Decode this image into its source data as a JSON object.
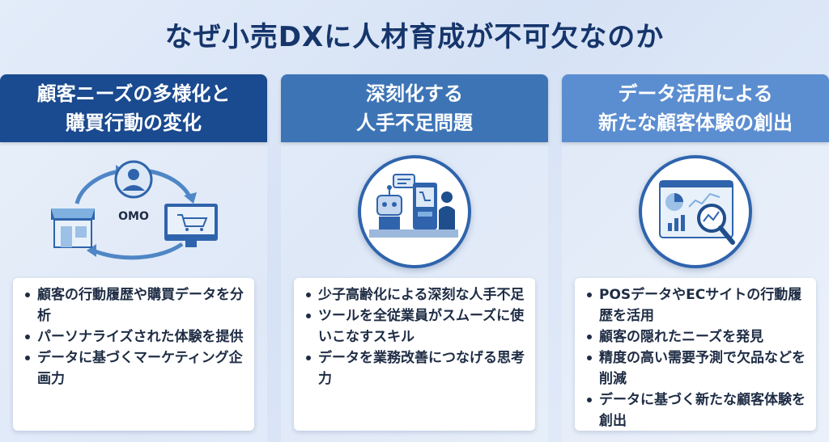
{
  "title": "なぜ小売DXに人材育成が不可欠なのか",
  "columns": [
    {
      "heading_line1": "顧客ニーズの多様化と",
      "heading_line2": "購買行動の変化",
      "icon": "omo-cycle-icon",
      "icon_label": "OMO",
      "bullets": [
        "顧客の行動履歴や購買データを分析",
        "パーソナライズされた体験を提供",
        "データに基づくマーケティング企画力"
      ]
    },
    {
      "heading_line1": "深刻化する",
      "heading_line2": "人手不足問題",
      "icon": "robot-self-checkout-icon",
      "bullets": [
        "少子高齢化による深刻な人手不足",
        "ツールを全従業員がスムーズに使いこなすスキル",
        "データを業務改善につなげる思考力"
      ]
    },
    {
      "heading_line1": "データ活用による",
      "heading_line2": "新たな顧客体験の創出",
      "icon": "analytics-dashboard-icon",
      "bullets": [
        "POSデータやECサイトの行動履歴を活用",
        "顧客の隠れたニーズを発見",
        "精度の高い需要予測で欠品などを削減",
        "データに基づく新たな顧客体験を創出"
      ]
    }
  ],
  "colors": {
    "title": "#15356b",
    "header_1": "#1a4a8f",
    "header_2": "#3d74b6",
    "header_3": "#5b8ed0",
    "icon_ring": "#2f64ad"
  }
}
